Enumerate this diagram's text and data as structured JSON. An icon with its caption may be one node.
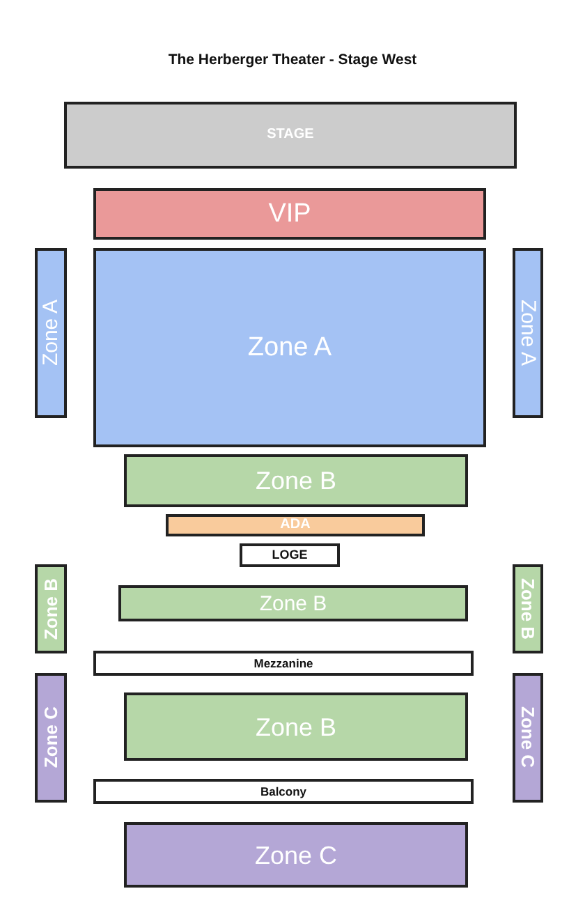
{
  "diagram": {
    "title": "The Herberger Theater - Stage West",
    "nodes": [
      {
        "text": [
          "STAGE"
        ]
      },
      {
        "text": [
          "VIP"
        ]
      },
      {
        "text": [
          "Zone A"
        ]
      },
      {
        "text": [
          "Zone A"
        ]
      },
      {
        "text": [
          "Zone A"
        ]
      },
      {
        "text": [
          "Zone B"
        ]
      },
      {
        "text": [
          "ADA"
        ]
      },
      {
        "text": [
          "LOGE"
        ]
      },
      {
        "text": [
          "Zone B"
        ]
      },
      {
        "text": [
          "Zone B"
        ]
      },
      {
        "text": [
          "Zone B"
        ]
      },
      {
        "text": [
          "Mezzanine"
        ]
      },
      {
        "text": [
          "Zone C"
        ]
      },
      {
        "text": [
          "Zone B"
        ]
      },
      {
        "text": [
          "Zone C"
        ]
      },
      {
        "text": [
          "Balcony"
        ]
      },
      {
        "text": [
          "Zone C"
        ]
      }
    ]
  }
}
